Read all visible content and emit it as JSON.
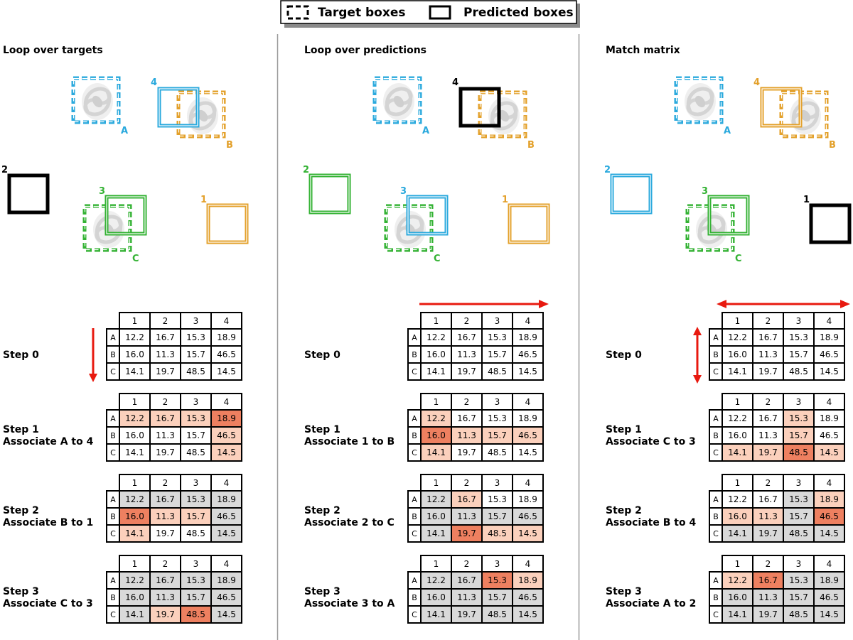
{
  "legend": {
    "target_label": "Target boxes",
    "predicted_label": "Predicted boxes"
  },
  "colors": {
    "cyan": "#2aa9dd",
    "orange": "#e3a02a",
    "green": "#33b233",
    "black": "#000000",
    "arrow": "#e8190f",
    "cell_grey": "#d9d9d9",
    "heat_light": "#fbd0bc",
    "heat_dark": "#ee8060",
    "divider": "#999999"
  },
  "matrix": {
    "col_headers": [
      "1",
      "2",
      "3",
      "4"
    ],
    "row_headers": [
      "A",
      "B",
      "C"
    ],
    "values": [
      [
        "12.2",
        "16.7",
        "15.3",
        "18.9"
      ],
      [
        "16.0",
        "11.3",
        "15.7",
        "46.5"
      ],
      [
        "14.1",
        "19.7",
        "48.5",
        "14.5"
      ]
    ]
  },
  "panels": [
    {
      "title": "Loop over targets",
      "targets": [
        {
          "label": "A",
          "color": "cyan"
        },
        {
          "label": "B",
          "color": "orange"
        },
        {
          "label": "C",
          "color": "green"
        }
      ],
      "predictions": [
        {
          "label": "4",
          "color": "cyan"
        },
        {
          "label": "2",
          "color": "black"
        },
        {
          "label": "3",
          "color": "green"
        },
        {
          "label": "1",
          "color": "orange"
        }
      ],
      "steps": [
        {
          "label": "Step 0",
          "sublabel": "",
          "states": [
            [
              "w",
              "w",
              "w",
              "w"
            ],
            [
              "w",
              "w",
              "w",
              "w"
            ],
            [
              "w",
              "w",
              "w",
              "w"
            ]
          ]
        },
        {
          "label": "Step 1",
          "sublabel": "Associate A to 4",
          "states": [
            [
              "l",
              "l",
              "l",
              "d"
            ],
            [
              "w",
              "w",
              "w",
              "l"
            ],
            [
              "w",
              "w",
              "w",
              "l"
            ]
          ]
        },
        {
          "label": "Step 2",
          "sublabel": "Associate B to 1",
          "states": [
            [
              "g",
              "g",
              "g",
              "g"
            ],
            [
              "d",
              "l",
              "l",
              "g"
            ],
            [
              "l",
              "w",
              "w",
              "g"
            ]
          ]
        },
        {
          "label": "Step 3",
          "sublabel": "Associate C to 3",
          "states": [
            [
              "g",
              "g",
              "g",
              "g"
            ],
            [
              "g",
              "g",
              "g",
              "g"
            ],
            [
              "g",
              "l",
              "d",
              "g"
            ]
          ]
        }
      ]
    },
    {
      "title": "Loop over predictions",
      "targets": [
        {
          "label": "A",
          "color": "cyan"
        },
        {
          "label": "B",
          "color": "orange"
        },
        {
          "label": "C",
          "color": "green"
        }
      ],
      "predictions": [
        {
          "label": "4",
          "color": "black"
        },
        {
          "label": "2",
          "color": "green"
        },
        {
          "label": "3",
          "color": "cyan"
        },
        {
          "label": "1",
          "color": "orange"
        }
      ],
      "steps": [
        {
          "label": "Step 0",
          "sublabel": "",
          "states": [
            [
              "w",
              "w",
              "w",
              "w"
            ],
            [
              "w",
              "w",
              "w",
              "w"
            ],
            [
              "w",
              "w",
              "w",
              "w"
            ]
          ]
        },
        {
          "label": "Step 1",
          "sublabel": "Associate 1 to B",
          "states": [
            [
              "l",
              "w",
              "w",
              "w"
            ],
            [
              "d",
              "l",
              "l",
              "l"
            ],
            [
              "l",
              "w",
              "w",
              "w"
            ]
          ]
        },
        {
          "label": "Step 2",
          "sublabel": "Associate 2 to C",
          "states": [
            [
              "g",
              "l",
              "w",
              "w"
            ],
            [
              "g",
              "g",
              "g",
              "g"
            ],
            [
              "g",
              "d",
              "l",
              "l"
            ]
          ]
        },
        {
          "label": "Step 3",
          "sublabel": "Associate 3 to A",
          "states": [
            [
              "g",
              "g",
              "d",
              "l"
            ],
            [
              "g",
              "g",
              "g",
              "g"
            ],
            [
              "g",
              "g",
              "g",
              "g"
            ]
          ]
        }
      ]
    },
    {
      "title": "Match matrix",
      "targets": [
        {
          "label": "A",
          "color": "cyan"
        },
        {
          "label": "B",
          "color": "orange"
        },
        {
          "label": "C",
          "color": "green"
        }
      ],
      "predictions": [
        {
          "label": "4",
          "color": "orange"
        },
        {
          "label": "2",
          "color": "cyan"
        },
        {
          "label": "3",
          "color": "green"
        },
        {
          "label": "1",
          "color": "black"
        }
      ],
      "steps": [
        {
          "label": "Step 0",
          "sublabel": "",
          "states": [
            [
              "w",
              "w",
              "w",
              "w"
            ],
            [
              "w",
              "w",
              "w",
              "w"
            ],
            [
              "w",
              "w",
              "w",
              "w"
            ]
          ]
        },
        {
          "label": "Step 1",
          "sublabel": "Associate C to 3",
          "states": [
            [
              "w",
              "w",
              "l",
              "w"
            ],
            [
              "w",
              "w",
              "l",
              "w"
            ],
            [
              "l",
              "l",
              "d",
              "l"
            ]
          ]
        },
        {
          "label": "Step 2",
          "sublabel": "Associate B to 4",
          "states": [
            [
              "w",
              "w",
              "g",
              "l"
            ],
            [
              "l",
              "l",
              "g",
              "d"
            ],
            [
              "g",
              "g",
              "g",
              "g"
            ]
          ]
        },
        {
          "label": "Step 3",
          "sublabel": "Associate A to 2",
          "states": [
            [
              "l",
              "d",
              "g",
              "g"
            ],
            [
              "g",
              "g",
              "g",
              "g"
            ],
            [
              "g",
              "g",
              "g",
              "g"
            ]
          ]
        }
      ]
    }
  ]
}
